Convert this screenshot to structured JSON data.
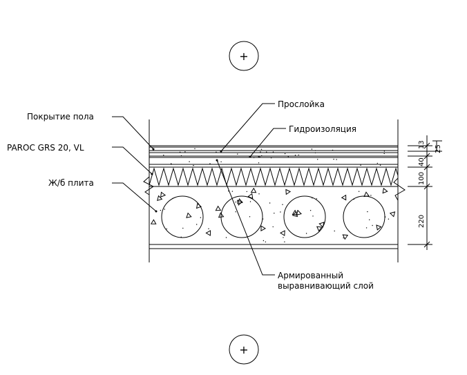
{
  "top_marker": {
    "symbol": "+"
  },
  "bottom_marker": {
    "symbol": "+"
  },
  "labels": {
    "floor_covering": "Покрытие пола",
    "insulation": "PAROC GRS 20, VL",
    "slab": "Ж/б плита",
    "interlayer": "Прослойка",
    "waterproofing": "Гидроизоляция",
    "screed_line1": "Армированный",
    "screed_line2": "выравнивающий слой"
  },
  "dimensions": {
    "d13": "13",
    "d25": "25",
    "d40": "40",
    "d100": "100",
    "d220": "220"
  }
}
